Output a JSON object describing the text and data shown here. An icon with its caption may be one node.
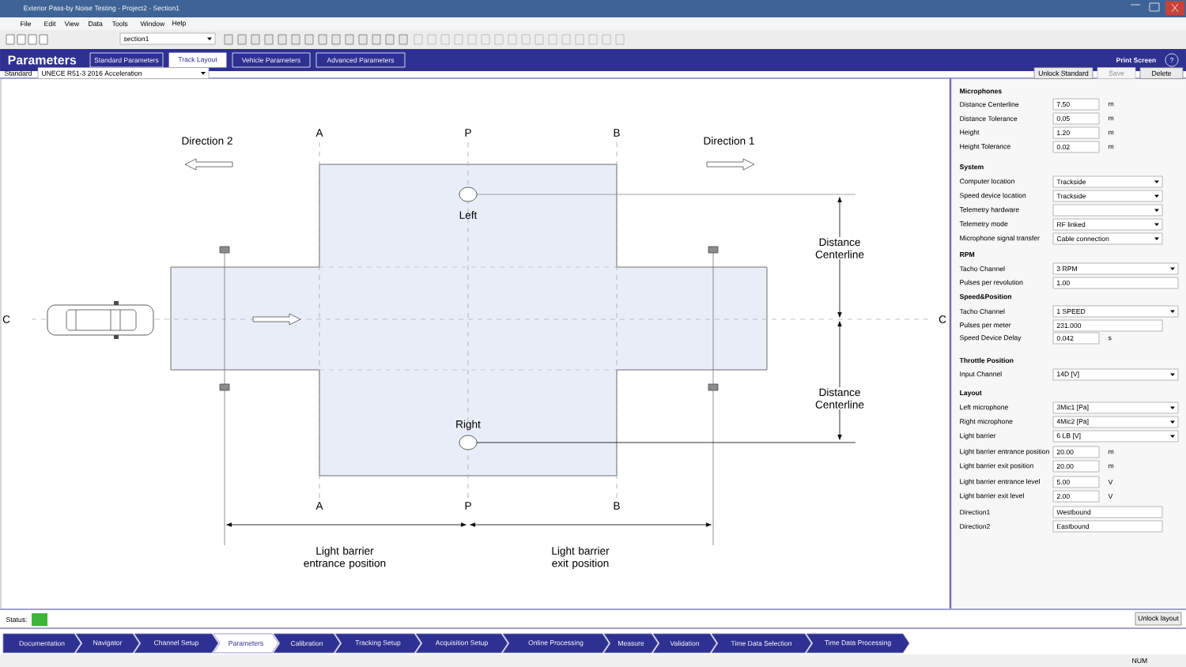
{
  "diagram": {
    "nodes": [
      {
        "text": [
          "Documentation"
        ]
      },
      {
        "text": [
          "Navigator"
        ]
      },
      {
        "text": [
          "Channel Setup"
        ]
      },
      {
        "text": [
          "Parameters"
        ]
      },
      {
        "text": [
          "Calibration"
        ]
      },
      {
        "text": [
          "Tracking Setup"
        ]
      },
      {
        "text": [
          "Acquisition Setup"
        ]
      },
      {
        "text": [
          "Online Processing"
        ]
      },
      {
        "text": [
          "Measure"
        ]
      },
      {
        "text": [
          "Validation"
        ]
      },
      {
        "text": [
          "Time Data Selection"
        ]
      },
      {
        "text": [
          "Time Data Processing"
        ]
      },
      {
        "text": [],
        "shape": "circle",
        "beside": [
          "Left"
        ]
      },
      {
        "text": [],
        "shape": "circle",
        "beside": [
          "Right"
        ]
      }
    ],
    "labels": [
      "Exterior Pass-by Noise Testing - Project2 - Section1",
      "File",
      "Edit",
      "View",
      "Data",
      "Tools",
      "Window",
      "Help",
      "section1",
      "Parameters",
      "Standard Parameters",
      "Track Layout",
      "Vehicle Parameters",
      "Advanced Parameters",
      "Print Screen",
      "?",
      "Standard",
      "UNECE R51-3 2016 Acceleration",
      "Unlock Standard",
      "Save",
      "Delete",
      "Direction 2",
      "A",
      "P",
      "B",
      "Direction 1",
      "Distance Centerline",
      "C",
      "C",
      "Distance Centerline",
      "A",
      "P",
      "B",
      "Light barrier entrance position",
      "Light barrier exit position",
      "Microphones",
      "Distance Centerline",
      "7.50",
      "m",
      "Distance Tolerance",
      "0.05",
      "m",
      "Height",
      "1.20",
      "m",
      "Height Tolerance",
      "0.02",
      "m",
      "System",
      "Computer location",
      "Trackside",
      "Speed device location",
      "Trackside",
      "Telemetry hardware",
      "Telemetry mode",
      "RF linked",
      "Microphone signal transfer",
      "Cable connection",
      "RPM",
      "Tacho Channel",
      "3 RPM",
      "Pulses per revolution",
      "1.00",
      "Speed&Position",
      "Tacho Channel",
      "1 SPEED",
      "Pulses per meter",
      "231.000",
      "Speed Device Delay",
      "0.042",
      "s",
      "Throttle Position",
      "Input Channel",
      "14D [V]",
      "Layout",
      "Left microphone",
      "3Mic1 [Pa]",
      "Right microphone",
      "4Mic2 [Pa]",
      "Light barrier",
      "6 LB [V]",
      "Light barrier entrance position",
      "20.00",
      "m",
      "Light barrier exit position",
      "20.00",
      "m",
      "Light barrier entrance level",
      "5.00",
      "V",
      "Light barrier exit level",
      "2.00",
      "V",
      "Direction1",
      "Westbound",
      "Direction2",
      "Eastbound",
      "Status:",
      "Unlock layout",
      "NUM"
    ]
  }
}
